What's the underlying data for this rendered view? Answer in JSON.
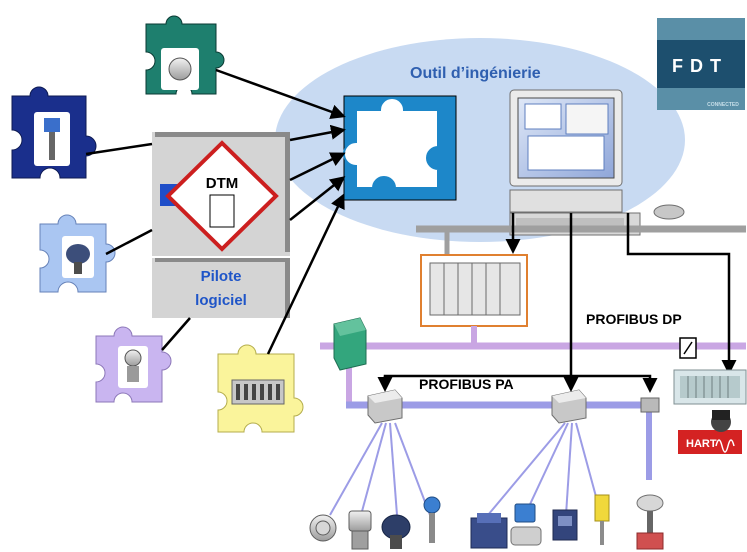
{
  "title": "Outil d’ingénierie",
  "dtm": {
    "label": "DTM",
    "caption_line1": "Pilote",
    "caption_line2": "logiciel"
  },
  "networks": {
    "dp_label": "PROFIBUS DP",
    "pa_label": "PROFIBUS PA"
  },
  "logos": {
    "fdt_text": "FDT",
    "fdt_subtext": "CONNECTED",
    "hart_text": "HART"
  },
  "colors": {
    "ellipse": "#c8daf2",
    "dp_bus": "#c9a6e3",
    "pa_bus": "#9c9ce6",
    "arrow": "#000000",
    "title_text": "#2f5fb0",
    "caption_text": "#1f55c8",
    "dtm_diamond_red": "#cc1f1f",
    "hart_red": "#d42222",
    "central_puzzle_bg": "#1d87c9",
    "fdt_dark": "#1d4f6e",
    "fdt_light": "#5a8fa7",
    "puzzle_teal": "#1e7f6e",
    "puzzle_navy": "#1a2f8c",
    "puzzle_light_blue": "#aac6f2",
    "puzzle_lavender": "#c9b5f0",
    "puzzle_yellow": "#faf49b"
  },
  "icons": [
    "puzzle-piece-icon",
    "computer-workstation-icon",
    "plc-rack-icon",
    "coupler-icon",
    "junction-box-icon",
    "field-device-icon",
    "arrow-icon",
    "fdt-logo",
    "hart-logo"
  ]
}
